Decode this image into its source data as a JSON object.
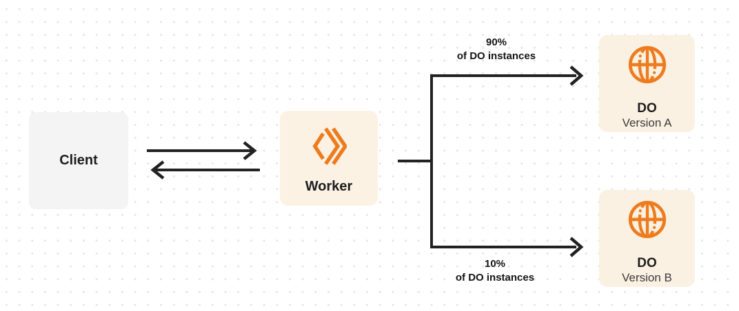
{
  "diagram": {
    "nodes": {
      "client": {
        "label": "Client"
      },
      "worker": {
        "label": "Worker",
        "icon": "cloudflare-workers-icon"
      },
      "do_version_a": {
        "title": "DO",
        "subtitle": "Version A",
        "icon": "globe-icon"
      },
      "do_version_b": {
        "title": "DO",
        "subtitle": "Version B",
        "icon": "globe-icon"
      }
    },
    "edges": {
      "client_worker": {
        "type": "bidirectional-arrows"
      },
      "worker_to_do_a": {
        "percent": "90%",
        "caption": "of DO instances"
      },
      "worker_to_do_b": {
        "percent": "10%",
        "caption": "of DO instances"
      }
    },
    "colors": {
      "background": "#ffffff",
      "dot_grid": "#e4e4e6",
      "arrow": "#222222",
      "accent_orange": "#ee7c1f",
      "node_cream": "#fcf2e4",
      "node_gray": "#f4f4f5",
      "text_dark": "#1d1d1f",
      "text_subtle": "#3a3a3a"
    }
  }
}
